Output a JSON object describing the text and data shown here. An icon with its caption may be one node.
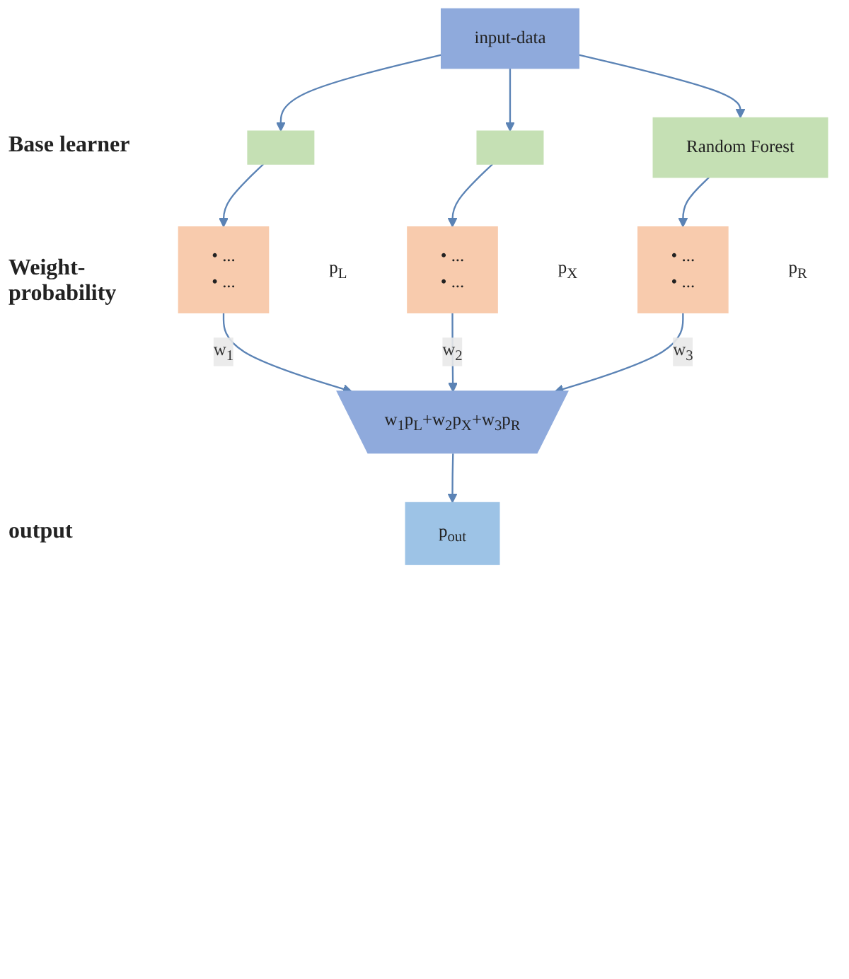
{
  "diagram": {
    "nodes": [
      {
        "text": [
          "input-data"
        ]
      },
      {
        "text": [],
        "shape": "box"
      },
      {
        "text": [],
        "shape": "box"
      },
      {
        "text": [
          "Random Forest"
        ]
      },
      {
        "text": [
          "• ...",
          "• ..."
        ],
        "beside": [
          "p$_{L}$"
        ]
      },
      {
        "text": [
          "• ...",
          "• ..."
        ],
        "beside": [
          "p$_{X}$"
        ]
      },
      {
        "text": [
          "• ...",
          "• ..."
        ],
        "beside": [
          "p$_{R}$"
        ]
      },
      {
        "text": [
          "w$_{1}$p$_{L}$+w$_{2}$p$_{X}$+w$_{3}$p$_{R}$"
        ]
      },
      {
        "text": [
          "p$_{out}$"
        ]
      }
    ],
    "edges": [
      {
        "from": 0,
        "to": 1,
        "arrow": "to"
      },
      {
        "from": 0,
        "to": 2,
        "arrow": "to"
      },
      {
        "from": 0,
        "to": 3,
        "arrow": "to"
      },
      {
        "from": 1,
        "to": 4,
        "arrow": "to"
      },
      {
        "from": 2,
        "to": 5,
        "arrow": "to"
      },
      {
        "from": 3,
        "to": 6,
        "arrow": "to"
      },
      {
        "from": 4,
        "to": 7,
        "arrow": "to",
        "label": "w$_{1}$"
      },
      {
        "from": 5,
        "to": 7,
        "arrow": "to",
        "label": "w$_{2}$"
      },
      {
        "from": 6,
        "to": 7,
        "arrow": "to",
        "label": "w$_{3}$"
      },
      {
        "from": 7,
        "to": 8,
        "arrow": "to"
      }
    ],
    "labels": [
      "Base learner",
      "Weight-probability",
      "output"
    ]
  }
}
